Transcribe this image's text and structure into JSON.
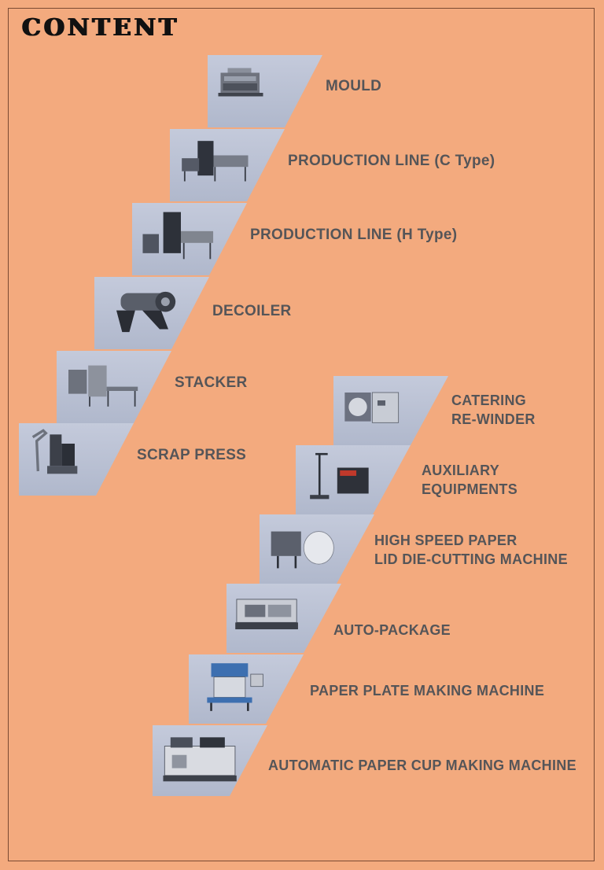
{
  "page_title": "CONTENT",
  "left_column": [
    {
      "label": "MOULD",
      "icon": "mould-machine-icon"
    },
    {
      "label": "PRODUCTION LINE (C Type)",
      "icon": "production-line-c-icon"
    },
    {
      "label": "PRODUCTION LINE (H Type)",
      "icon": "production-line-h-icon"
    },
    {
      "label": "DECOILER",
      "icon": "decoiler-icon"
    },
    {
      "label": "STACKER",
      "icon": "stacker-icon"
    },
    {
      "label": "SCRAP PRESS",
      "icon": "scrap-press-icon"
    }
  ],
  "right_column": [
    {
      "line1": "CATERING",
      "line2": "RE-WINDER",
      "icon": "rewinder-icon"
    },
    {
      "line1": "AUXILIARY",
      "line2": "EQUIPMENTS",
      "icon": "auxiliary-equipment-icon"
    },
    {
      "line1": "HIGH SPEED PAPER",
      "line2": "LID DIE-CUTTING MACHINE",
      "icon": "die-cutting-machine-icon"
    },
    {
      "line1": "AUTO-PACKAGE",
      "icon": "auto-package-icon"
    },
    {
      "line1": "PAPER PLATE MAKING MACHINE",
      "icon": "paper-plate-machine-icon"
    },
    {
      "line1": "AUTOMATIC PAPER CUP MAKING MACHINE",
      "icon": "paper-cup-machine-icon"
    }
  ],
  "colors": {
    "background": "#f3aa7e",
    "panel": "#b8bfd2",
    "text": "#555558"
  }
}
